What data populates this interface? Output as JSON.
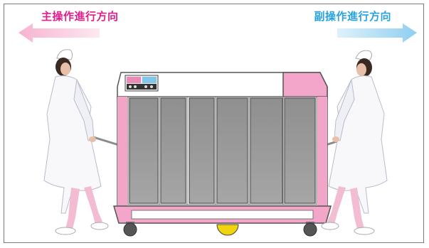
{
  "labels": {
    "main_direction": "主操作進行方向",
    "sub_direction": "副操作進行方向"
  },
  "colors": {
    "main_accent": "#e01d8c",
    "sub_accent": "#2aa3dd",
    "arrow_pink": "#f6b8d2",
    "arrow_blue": "#9fd5f2",
    "cart_pink": "#f1a6c8",
    "panel_gray": "#9a9a9a",
    "caster_yellow": "#f2d40c"
  },
  "icons": {
    "left_arrow": "arrow-left-icon",
    "right_arrow": "arrow-right-icon",
    "nurse_left": "nurse-figure",
    "nurse_right": "nurse-figure",
    "cart": "meal-cart"
  }
}
